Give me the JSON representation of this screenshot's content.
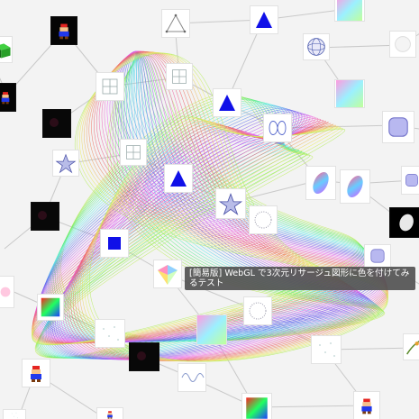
{
  "tooltip": {
    "text": "[簡易版] WebGL で3次元リサージュ図形に色を付けてみるテスト"
  },
  "thumbnail_kinds": [
    "triangle-outline",
    "triangle-blue",
    "noise-gradient",
    "sphere-wire",
    "white-sphere",
    "mario-sprite",
    "cube-green",
    "dark-texture",
    "grid-cube",
    "dot-grid",
    "ring-lines",
    "lissajous-curve",
    "rounded-cube",
    "lissajous-color",
    "blob-dark",
    "square-blue",
    "color-gradient",
    "star-wire",
    "prism-colored",
    "pixel-dots",
    "pink-blur",
    "wave-line",
    "fern-leaf"
  ]
}
